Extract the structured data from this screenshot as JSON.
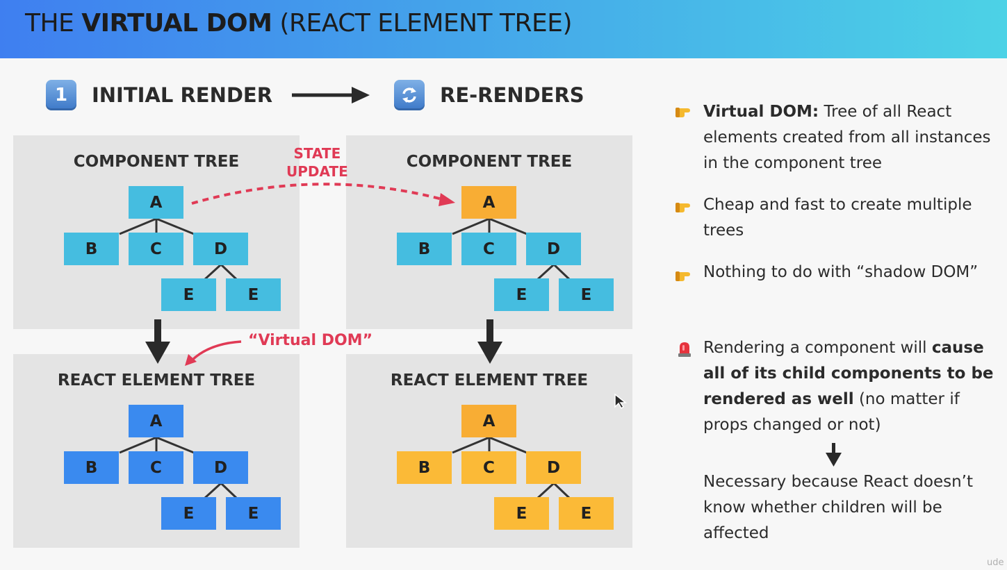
{
  "header": {
    "title_prefix": "THE",
    "title_bold": "VIRTUAL DOM",
    "title_suffix": "(REACT ELEMENT TREE)"
  },
  "phases": {
    "initial": {
      "icon": "1",
      "label": "INITIAL RENDER"
    },
    "rerender": {
      "icon": "refresh-icon",
      "label": "RE-RENDERS"
    }
  },
  "annotations": {
    "state_update_line1": "STATE",
    "state_update_line2": "UPDATE",
    "virtual_dom": "“Virtual DOM”"
  },
  "panels": {
    "initial_component": {
      "title": "COMPONENT TREE",
      "nodes": [
        "A",
        "B",
        "C",
        "D",
        "E",
        "E"
      ]
    },
    "initial_element": {
      "title": "REACT ELEMENT TREE",
      "nodes": [
        "A",
        "B",
        "C",
        "D",
        "E",
        "E"
      ]
    },
    "rerender_component": {
      "title": "COMPONENT TREE",
      "nodes": [
        "A",
        "B",
        "C",
        "D",
        "E",
        "E"
      ]
    },
    "rerender_element": {
      "title": "REACT ELEMENT TREE",
      "nodes": [
        "A",
        "B",
        "C",
        "D",
        "E",
        "E"
      ]
    }
  },
  "bullets": [
    {
      "icon": "pointing-hand-icon",
      "bold": "Virtual DOM:",
      "text": "Tree of all React elements created from all instances in the component tree"
    },
    {
      "icon": "pointing-hand-icon",
      "bold": "",
      "text": "Cheap and fast to create multiple trees"
    },
    {
      "icon": "pointing-hand-icon",
      "bold": "",
      "text": "Nothing to do with “shadow DOM”"
    },
    {
      "icon": "siren-icon",
      "text_before": "Rendering a component will",
      "bold": "cause all of its child components to be rendered as well",
      "text_after": "(no matter if props changed or not)"
    }
  ],
  "conclusion": "Necessary because React doesn’t know whether children will be affected",
  "colors": {
    "component_node": "#45bde0",
    "element_node": "#3a8aef",
    "updated_component_node": "#f8ad34",
    "updated_element_node": "#fbba37",
    "annotation_red": "#e03a55",
    "panel_bg": "#e4e4e4"
  }
}
